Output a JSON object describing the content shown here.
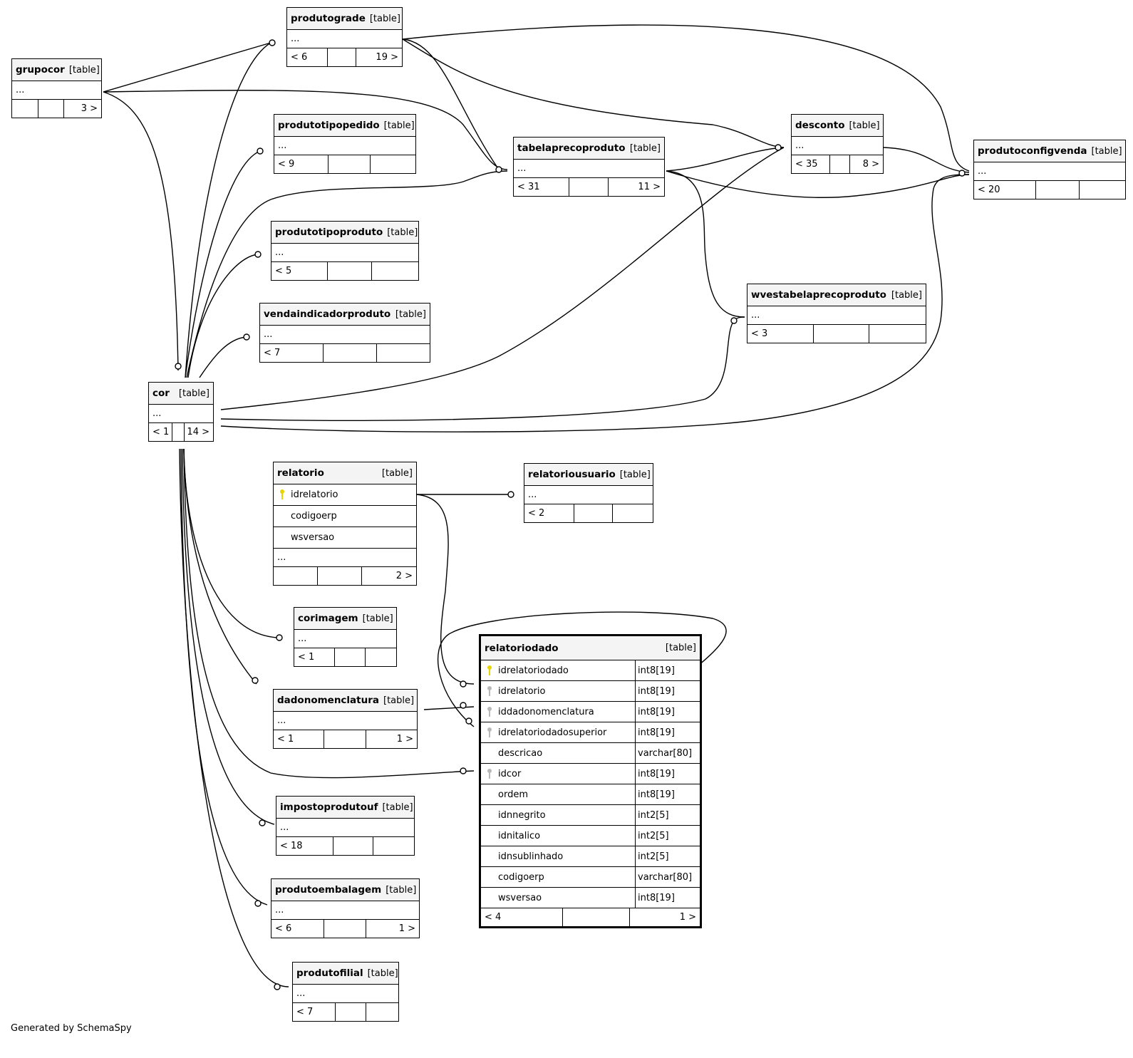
{
  "tables": {
    "produtograde": {
      "name": "produtograde",
      "kind": "[table]",
      "ellipsis": "...",
      "left": "< 6",
      "right": "19 >"
    },
    "grupocor": {
      "name": "grupocor",
      "kind": "[table]",
      "ellipsis": "...",
      "left": "",
      "right": "3 >"
    },
    "produtotipopedido": {
      "name": "produtotipopedido",
      "kind": "[table]",
      "ellipsis": "...",
      "left": "< 9",
      "right": ""
    },
    "tabelaprecoproduto": {
      "name": "tabelaprecoproduto",
      "kind": "[table]",
      "ellipsis": "...",
      "left": "< 31",
      "right": "11 >"
    },
    "desconto": {
      "name": "desconto",
      "kind": "[table]",
      "ellipsis": "...",
      "left": "< 35",
      "right": "8 >"
    },
    "produtoconfigvenda": {
      "name": "produtoconfigvenda",
      "kind": "[table]",
      "ellipsis": "...",
      "left": "< 20",
      "right": ""
    },
    "produtotipoproduto": {
      "name": "produtotipoproduto",
      "kind": "[table]",
      "ellipsis": "...",
      "left": "< 5",
      "right": ""
    },
    "wvestabelaprecoproduto": {
      "name": "wvestabelaprecoproduto",
      "kind": "[table]",
      "ellipsis": "...",
      "left": "< 3",
      "right": ""
    },
    "vendaindicadorproduto": {
      "name": "vendaindicadorproduto",
      "kind": "[table]",
      "ellipsis": "...",
      "left": "< 7",
      "right": ""
    },
    "cor": {
      "name": "cor",
      "kind": "[table]",
      "ellipsis": "...",
      "left": "< 1",
      "right": "14 >"
    },
    "relatorio": {
      "name": "relatorio",
      "kind": "[table]",
      "columns": [
        "idrelatorio",
        "codigoerp",
        "wsversao"
      ],
      "ellipsis": "...",
      "left": "",
      "right": "2 >"
    },
    "relatoriousuario": {
      "name": "relatoriousuario",
      "kind": "[table]",
      "ellipsis": "...",
      "left": "< 2",
      "right": ""
    },
    "corimagem": {
      "name": "corimagem",
      "kind": "[table]",
      "ellipsis": "...",
      "left": "< 1",
      "right": ""
    },
    "dadonomenclatura": {
      "name": "dadonomenclatura",
      "kind": "[table]",
      "ellipsis": "...",
      "left": "< 1",
      "right": "1 >"
    },
    "impostoprodutouf": {
      "name": "impostoprodutouf",
      "kind": "[table]",
      "ellipsis": "...",
      "left": "< 18",
      "right": ""
    },
    "produtoembalagem": {
      "name": "produtoembalagem",
      "kind": "[table]",
      "ellipsis": "...",
      "left": "< 6",
      "right": "1 >"
    },
    "produtofilial": {
      "name": "produtofilial",
      "kind": "[table]",
      "ellipsis": "...",
      "left": "< 7",
      "right": ""
    },
    "relatoriodado": {
      "name": "relatoriodado",
      "kind": "[table]",
      "columns": [
        {
          "name": "idrelatoriodado",
          "type": "int8[19]",
          "key": "pk"
        },
        {
          "name": "idrelatorio",
          "type": "int8[19]",
          "key": "fk"
        },
        {
          "name": "iddadonomenclatura",
          "type": "int8[19]",
          "key": "fk"
        },
        {
          "name": "idrelatoriodadosuperior",
          "type": "int8[19]",
          "key": "fk"
        },
        {
          "name": "descricao",
          "type": "varchar[80]",
          "key": ""
        },
        {
          "name": "idcor",
          "type": "int8[19]",
          "key": "fk"
        },
        {
          "name": "ordem",
          "type": "int8[19]",
          "key": ""
        },
        {
          "name": "idnnegrito",
          "type": "int2[5]",
          "key": ""
        },
        {
          "name": "idnitalico",
          "type": "int2[5]",
          "key": ""
        },
        {
          "name": "idnsublinhado",
          "type": "int2[5]",
          "key": ""
        },
        {
          "name": "codigoerp",
          "type": "varchar[80]",
          "key": ""
        },
        {
          "name": "wsversao",
          "type": "int8[19]",
          "key": ""
        }
      ],
      "left": "< 4",
      "right": "1 >"
    }
  },
  "footer": "Generated by SchemaSpy"
}
